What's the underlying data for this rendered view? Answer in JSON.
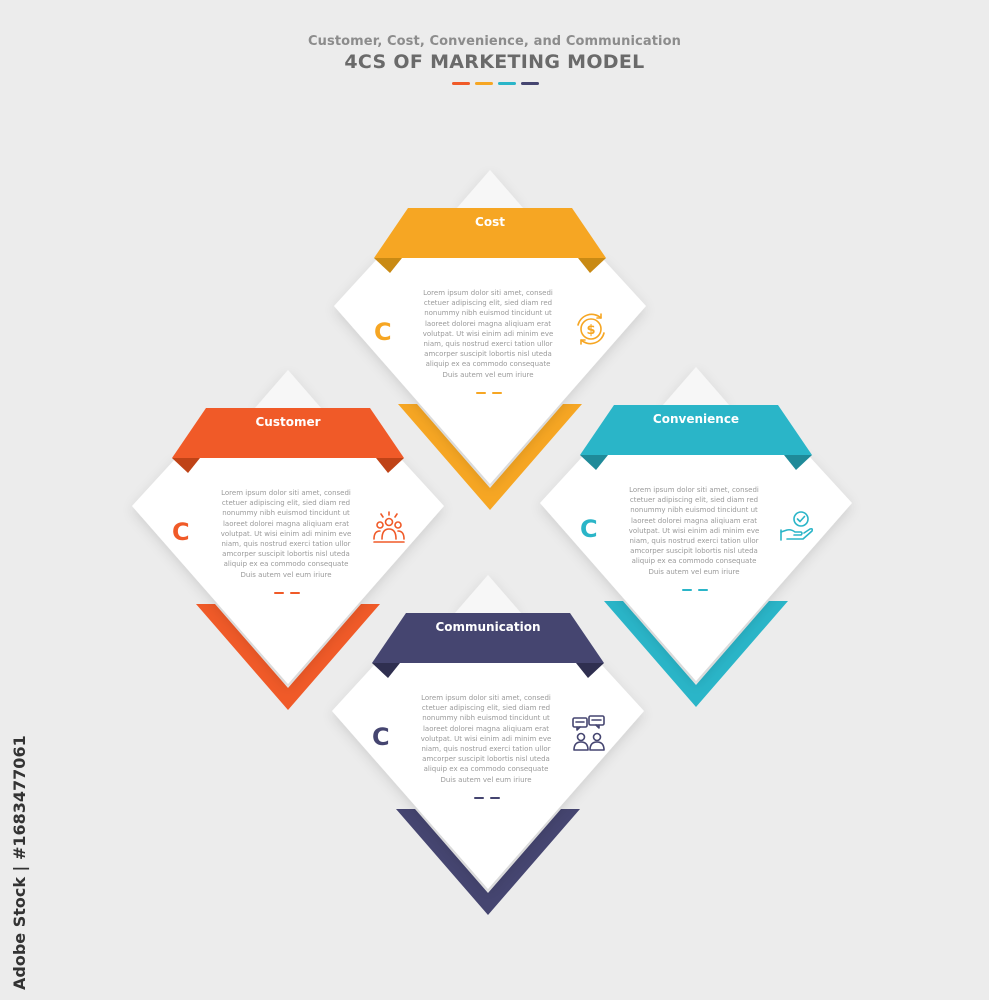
{
  "header": {
    "subtitle": "Customer, Cost, Convenience, and Communication",
    "title": "4CS OF MARKETING MODEL",
    "bar_colors": [
      "#f05a28",
      "#f6a623",
      "#2ab5c8",
      "#454570"
    ]
  },
  "cards": [
    {
      "label": "Cost",
      "letter": "C",
      "color": "#f6a623",
      "dark": "#c98a14",
      "icon": "dollar-cycle-icon",
      "text": "Lorem ipsum dolor siti amet, consedi ctetuer adipiscing elit, sied diam red nonummy nibh euismod tincidunt ut laoreet dolorei magna aliqiuam erat volutpat. Ut wisi einim adi minim eve niam, quis nostrud exerci tation ullor amcorper suscipit lobortis nisl uteda aliquip ex ea commodo consequate Duis autem vel eum iriure"
    },
    {
      "label": "Customer",
      "letter": "C",
      "color": "#f05a28",
      "dark": "#bf4317",
      "icon": "people-group-icon",
      "text": "Lorem ipsum dolor siti amet, consedi ctetuer adipiscing elit, sied diam red nonummy nibh euismod tincidunt ut laoreet dolorei magna aliqiuam erat volutpat. Ut wisi einim adi minim eve niam, quis nostrud exerci tation ullor amcorper suscipit lobortis nisl uteda aliquip ex ea commodo consequate Duis autem vel eum iriure"
    },
    {
      "label": "Convenience",
      "letter": "C",
      "color": "#2ab5c8",
      "dark": "#1f8a99",
      "icon": "hand-check-icon",
      "text": "Lorem ipsum dolor siti amet, consedi ctetuer adipiscing elit, sied diam red nonummy nibh euismod tincidunt ut laoreet dolorei magna aliqiuam erat volutpat. Ut wisi einim adi minim eve niam, quis nostrud exerci tation ullor amcorper suscipit lobortis nisl uteda aliquip ex ea commodo consequate Duis autem vel eum iriure"
    },
    {
      "label": "Communication",
      "letter": "C",
      "color": "#454570",
      "dark": "#2f2f50",
      "icon": "chat-people-icon",
      "text": "Lorem ipsum dolor siti amet, consedi ctetuer adipiscing elit, sied diam red nonummy nibh euismod tincidunt ut laoreet dolorei magna aliqiuam erat volutpat. Ut wisi einim adi minim eve niam, quis nostrud exerci tation ullor amcorper suscipit lobortis nisl uteda aliquip ex ea commodo consequate Duis autem vel eum iriure"
    }
  ],
  "stock_id": "Adobe Stock | #1683477061"
}
